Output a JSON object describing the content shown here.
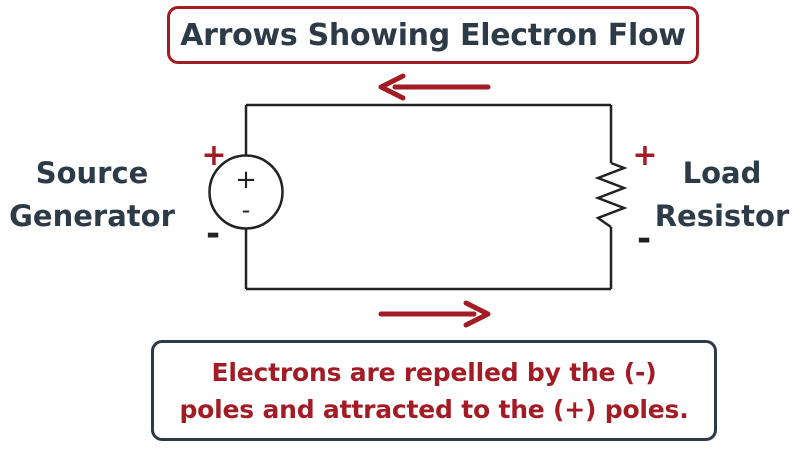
{
  "title": "Arrows Showing Electron Flow",
  "source": {
    "line1": "Source",
    "line2": "Generator",
    "plus": "+",
    "minus": "-",
    "symbol_plus": "+",
    "symbol_minus": "-"
  },
  "load": {
    "line1": "Load",
    "line2": "Resistor",
    "plus": "+",
    "minus": "-"
  },
  "note": {
    "line1": "Electrons are repelled by the (-)",
    "line2": "poles and attracted to the (+) poles."
  },
  "arrows": {
    "top_direction": "left",
    "bottom_direction": "right"
  },
  "colors": {
    "accent": "#a31c25",
    "text": "#2d3b48",
    "wire": "#222222"
  }
}
